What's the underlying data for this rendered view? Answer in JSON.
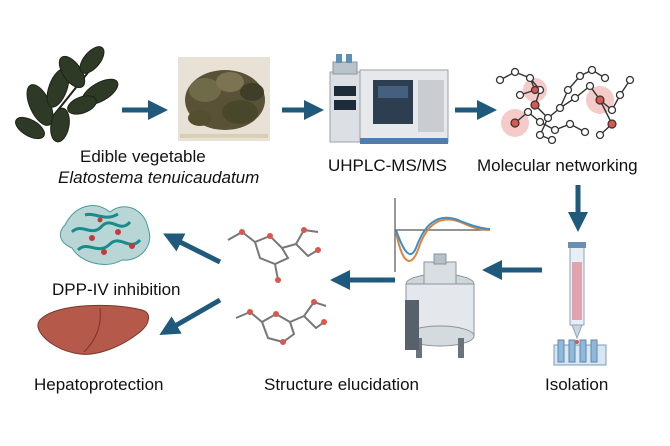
{
  "labels": {
    "vegetable_line1": "Edible vegetable",
    "vegetable_line2": "Elatostema tenuicaudatum",
    "uhplc": "UHPLC-MS/MS",
    "networking": "Molecular networking",
    "isolation": "Isolation",
    "structure": "Structure elucidation",
    "dpp": "DPP-IV inhibition",
    "hepato": "Hepatoprotection"
  },
  "icons": {
    "leaf": "plant-leaves-icon",
    "dried": "dried-herb-icon",
    "instrument": "lc-ms-instrument-icon",
    "network": "molecular-network-icon",
    "column": "chromatography-column-icon",
    "nmr": "nmr-spectrometer-icon",
    "molecule": "molecule-3d-icon",
    "protein": "protein-structure-icon",
    "liver": "liver-icon",
    "cd": "cd-spectrum-icon"
  },
  "colors": {
    "arrow": "#1f5a7d",
    "leaf": "#2e3a26",
    "network_node": "#d9574f",
    "liver": "#b55a4a",
    "spectrum_orange": "#e0823a",
    "spectrum_blue": "#3a8fc9"
  }
}
